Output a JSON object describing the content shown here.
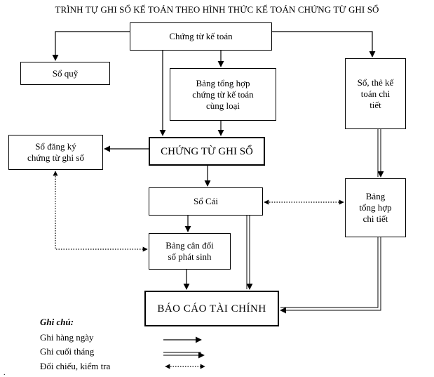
{
  "title": "TRÌNH TỰ GHI SỔ KẾ TOÁN THEO HÌNH THỨC KẾ TOÁN CHỨNG TỪ GHI SỔ",
  "nodes": {
    "chung_tu_ke_toan": "Chứng từ kế toán",
    "so_quy": "Sổ quỹ",
    "bang_tong_hop_ctkt": [
      "Bảng tổng hợp",
      "chứng từ kế toán",
      "cùng loại"
    ],
    "so_the_ke_toan_chi_tiet": [
      "Sổ, thẻ kế",
      "toán chi",
      "tiết"
    ],
    "so_dang_ky_ctgs": [
      "Sổ đăng ký",
      "chứng từ ghi sổ"
    ],
    "chung_tu_ghi_so": "CHỨNG TỪ GHI SỔ",
    "so_cai": "Sổ Cái",
    "bang_tong_hop_chi_tiet": [
      "Bảng",
      "tổng hợp",
      "chi tiết"
    ],
    "bang_can_doi_so_phat_sinh": [
      "Bảng cân đối",
      "số phát sinh"
    ],
    "bao_cao_tai_chinh": "BÁO CÁO TÀI CHÍNH"
  },
  "legend": {
    "title": "Ghi chú:",
    "daily": "Ghi hàng ngày",
    "month_end": "Ghi cuối tháng",
    "reconcile": "Đối chiếu, kiểm tra"
  },
  "footnote_mark": "."
}
